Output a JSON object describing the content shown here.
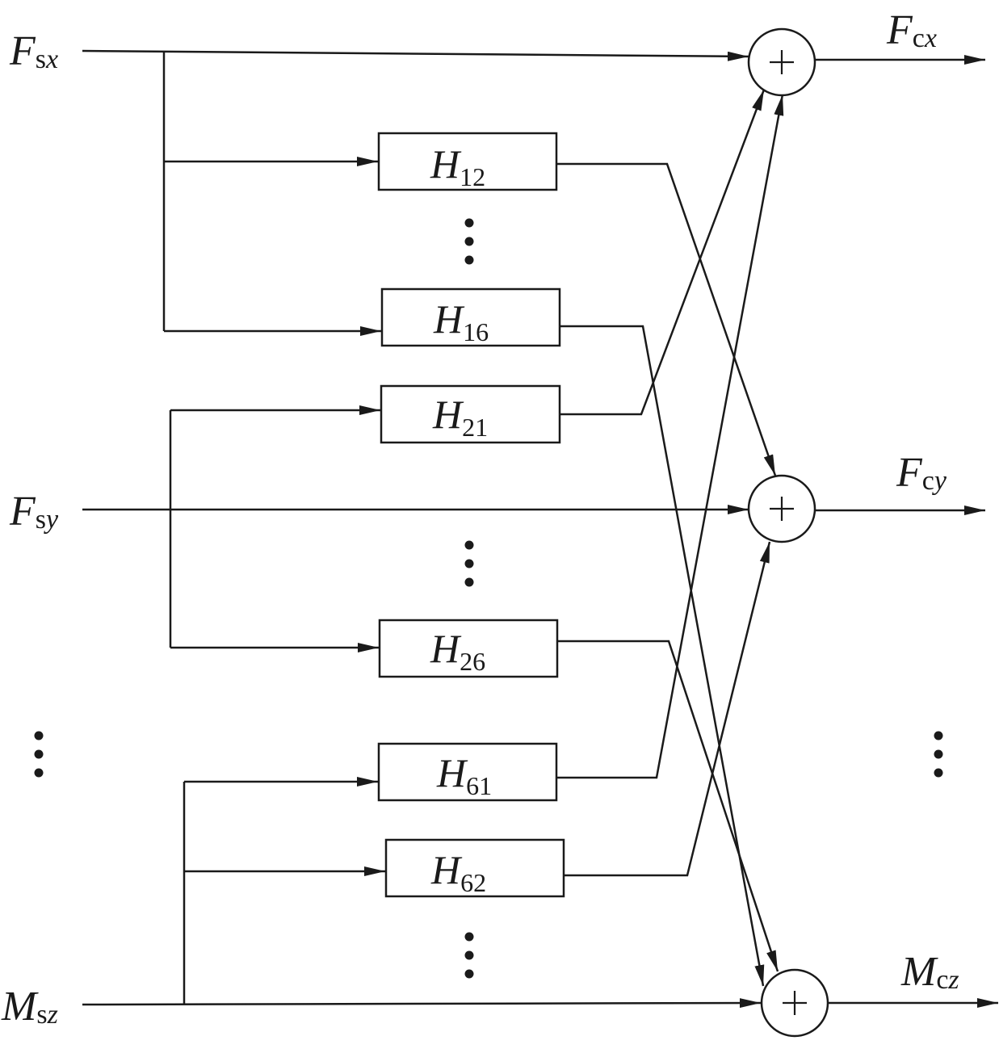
{
  "inputs": [
    {
      "id": "fsx",
      "base": "F",
      "sub_roman": "s",
      "sub_italic": "x"
    },
    {
      "id": "fsy",
      "base": "F",
      "sub_roman": "s",
      "sub_italic": "y"
    },
    {
      "id": "msz",
      "base": "M",
      "sub_roman": "s",
      "sub_italic": "z"
    }
  ],
  "outputs": [
    {
      "id": "fcx",
      "base": "F",
      "sub_roman": "c",
      "sub_italic": "x"
    },
    {
      "id": "fcy",
      "base": "F",
      "sub_roman": "c",
      "sub_italic": "y"
    },
    {
      "id": "mcz",
      "base": "M",
      "sub_roman": "c",
      "sub_italic": "z"
    }
  ],
  "blocks": [
    {
      "id": "h12",
      "base": "H",
      "sub": "12"
    },
    {
      "id": "h16",
      "base": "H",
      "sub": "16"
    },
    {
      "id": "h21",
      "base": "H",
      "sub": "21"
    },
    {
      "id": "h26",
      "base": "H",
      "sub": "26"
    },
    {
      "id": "h61",
      "base": "H",
      "sub": "61"
    },
    {
      "id": "h62",
      "base": "H",
      "sub": "62"
    }
  ],
  "summing_junction_symbol": "+"
}
